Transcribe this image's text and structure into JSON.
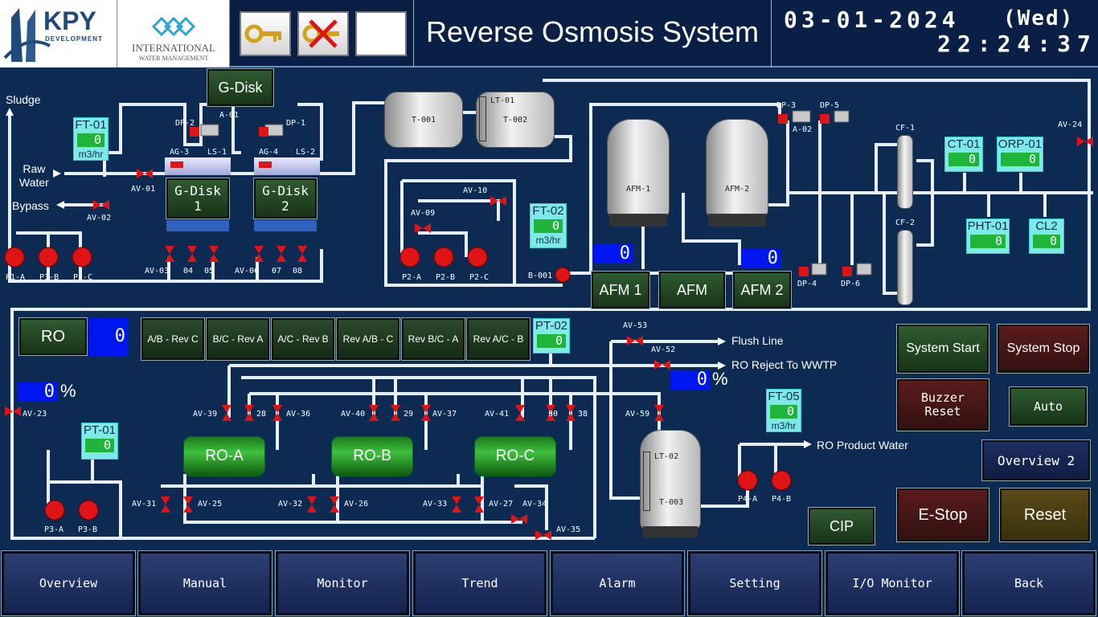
{
  "header": {
    "title": "Reverse Osmosis System",
    "date": "03-01-2024",
    "weekday": "(Wed)",
    "time": "22:24:37",
    "logo_kpy": "KPY",
    "logo_kpy_sub": "DEVELOPMENT",
    "logo_iwm": "INTERNATIONAL",
    "logo_iwm_sub": "WATER MANAGEMENT"
  },
  "labels": {
    "sludge": "Sludge",
    "raw_water": "Raw\nWater",
    "bypass": "Bypass",
    "flush_line": "Flush Line",
    "ro_reject": "RO Reject To WWTP",
    "ro_product": "RO Product Water"
  },
  "instruments": {
    "ft01": {
      "name": "FT-01",
      "value": "0",
      "unit": "m3/hr"
    },
    "ft02": {
      "name": "FT-02",
      "value": "0",
      "unit": "m3/hr"
    },
    "ft05": {
      "name": "FT-05",
      "value": "0",
      "unit": "m3/hr"
    },
    "pt01": {
      "name": "PT-01",
      "value": "0"
    },
    "pt02": {
      "name": "PT-02",
      "value": "0"
    },
    "ct01": {
      "name": "CT-01",
      "value": "0"
    },
    "orp01": {
      "name": "ORP-01",
      "value": "0"
    },
    "pht01": {
      "name": "PHT-01",
      "value": "0"
    },
    "cl2": {
      "name": "CL2",
      "value": "0"
    }
  },
  "bars": {
    "afm1_bar": "0",
    "afm2_bar": "0",
    "ro_bar": "0",
    "ro_pct": "0",
    "reject_pct": "0",
    "pct_sign": "%"
  },
  "equipment": {
    "gdisk1": "G-Disk\n1",
    "gdisk2": "G-Disk\n2",
    "t001": "T-001",
    "t002": "T-002",
    "lt01": "LT-01",
    "afm1": "AFM-1",
    "afm2": "AFM-2",
    "cf1": "CF-1",
    "cf2": "CF-2",
    "t003": "T-003",
    "lt02": "LT-02",
    "roa": "RO-A",
    "rob": "RO-B",
    "roc": "RO-C"
  },
  "tags": {
    "dp2": "DP-2",
    "a01": "A-01",
    "dp1": "DP-1",
    "ag3": "AG-3",
    "ls1": "LS-1",
    "ag4": "AG-4",
    "ls2": "LS-2",
    "av01": "AV-01",
    "av02": "AV-02",
    "av03": "AV-03",
    "n04": "04",
    "n05": "05",
    "av06": "AV-06",
    "n07": "07",
    "n08": "08",
    "p1a": "P1-A",
    "p1b": "P1-B",
    "p1c": "P1-C",
    "av10": "AV-10",
    "av09": "AV-09",
    "p2a": "P2-A",
    "p2b": "P2-B",
    "p2c": "P2-C",
    "b001": "B-001",
    "dp3": "DP-3",
    "dp5": "DP-5",
    "a02": "A-02",
    "dp4": "DP-4",
    "dp6": "DP-6",
    "av24": "AV-24",
    "av53": "AV-53",
    "av52": "AV-52",
    "av23": "AV-23",
    "av39": "AV-39",
    "n28": "28",
    "av36": "AV-36",
    "av40": "AV-40",
    "n29": "29",
    "av37": "AV-37",
    "av41": "AV-41",
    "n30": "30",
    "av38": "38",
    "av59": "AV-59",
    "av31": "AV-31",
    "av25": "AV-25",
    "av32": "AV-32",
    "av26": "AV-26",
    "av33": "AV-33",
    "av27": "AV-27",
    "av34": "AV-34",
    "av35": "AV-35",
    "p3a": "P3-A",
    "p3b": "P3-B",
    "p4a": "P4-A",
    "p4b": "P4-B"
  },
  "buttons": {
    "gdisk": "G-Disk",
    "afm1": "AFM 1",
    "afm": "AFM",
    "afm2": "AFM 2",
    "ro": "RO",
    "modes": [
      "A/B - Rev C",
      "B/C - Rev A",
      "A/C - Rev B",
      "Rev A/B - C",
      "Rev B/C - A",
      "Rev A/C - B"
    ],
    "system_start": "System Start",
    "system_stop": "System Stop",
    "buzzer_reset": "Buzzer\nReset",
    "auto": "Auto",
    "overview2": "Overview 2",
    "estop": "E-Stop",
    "reset": "Reset",
    "cip": "CIP"
  },
  "nav": [
    "Overview",
    "Manual",
    "Monitor",
    "Trend",
    "Alarm",
    "Setting",
    "I/O Monitor",
    "Back"
  ],
  "colors": {
    "background": "#0d2b52",
    "instrument": "#7ee9e6",
    "value_green": "#1fb43a",
    "bar_blue": "#0016f0",
    "pump_red": "#e01414"
  }
}
